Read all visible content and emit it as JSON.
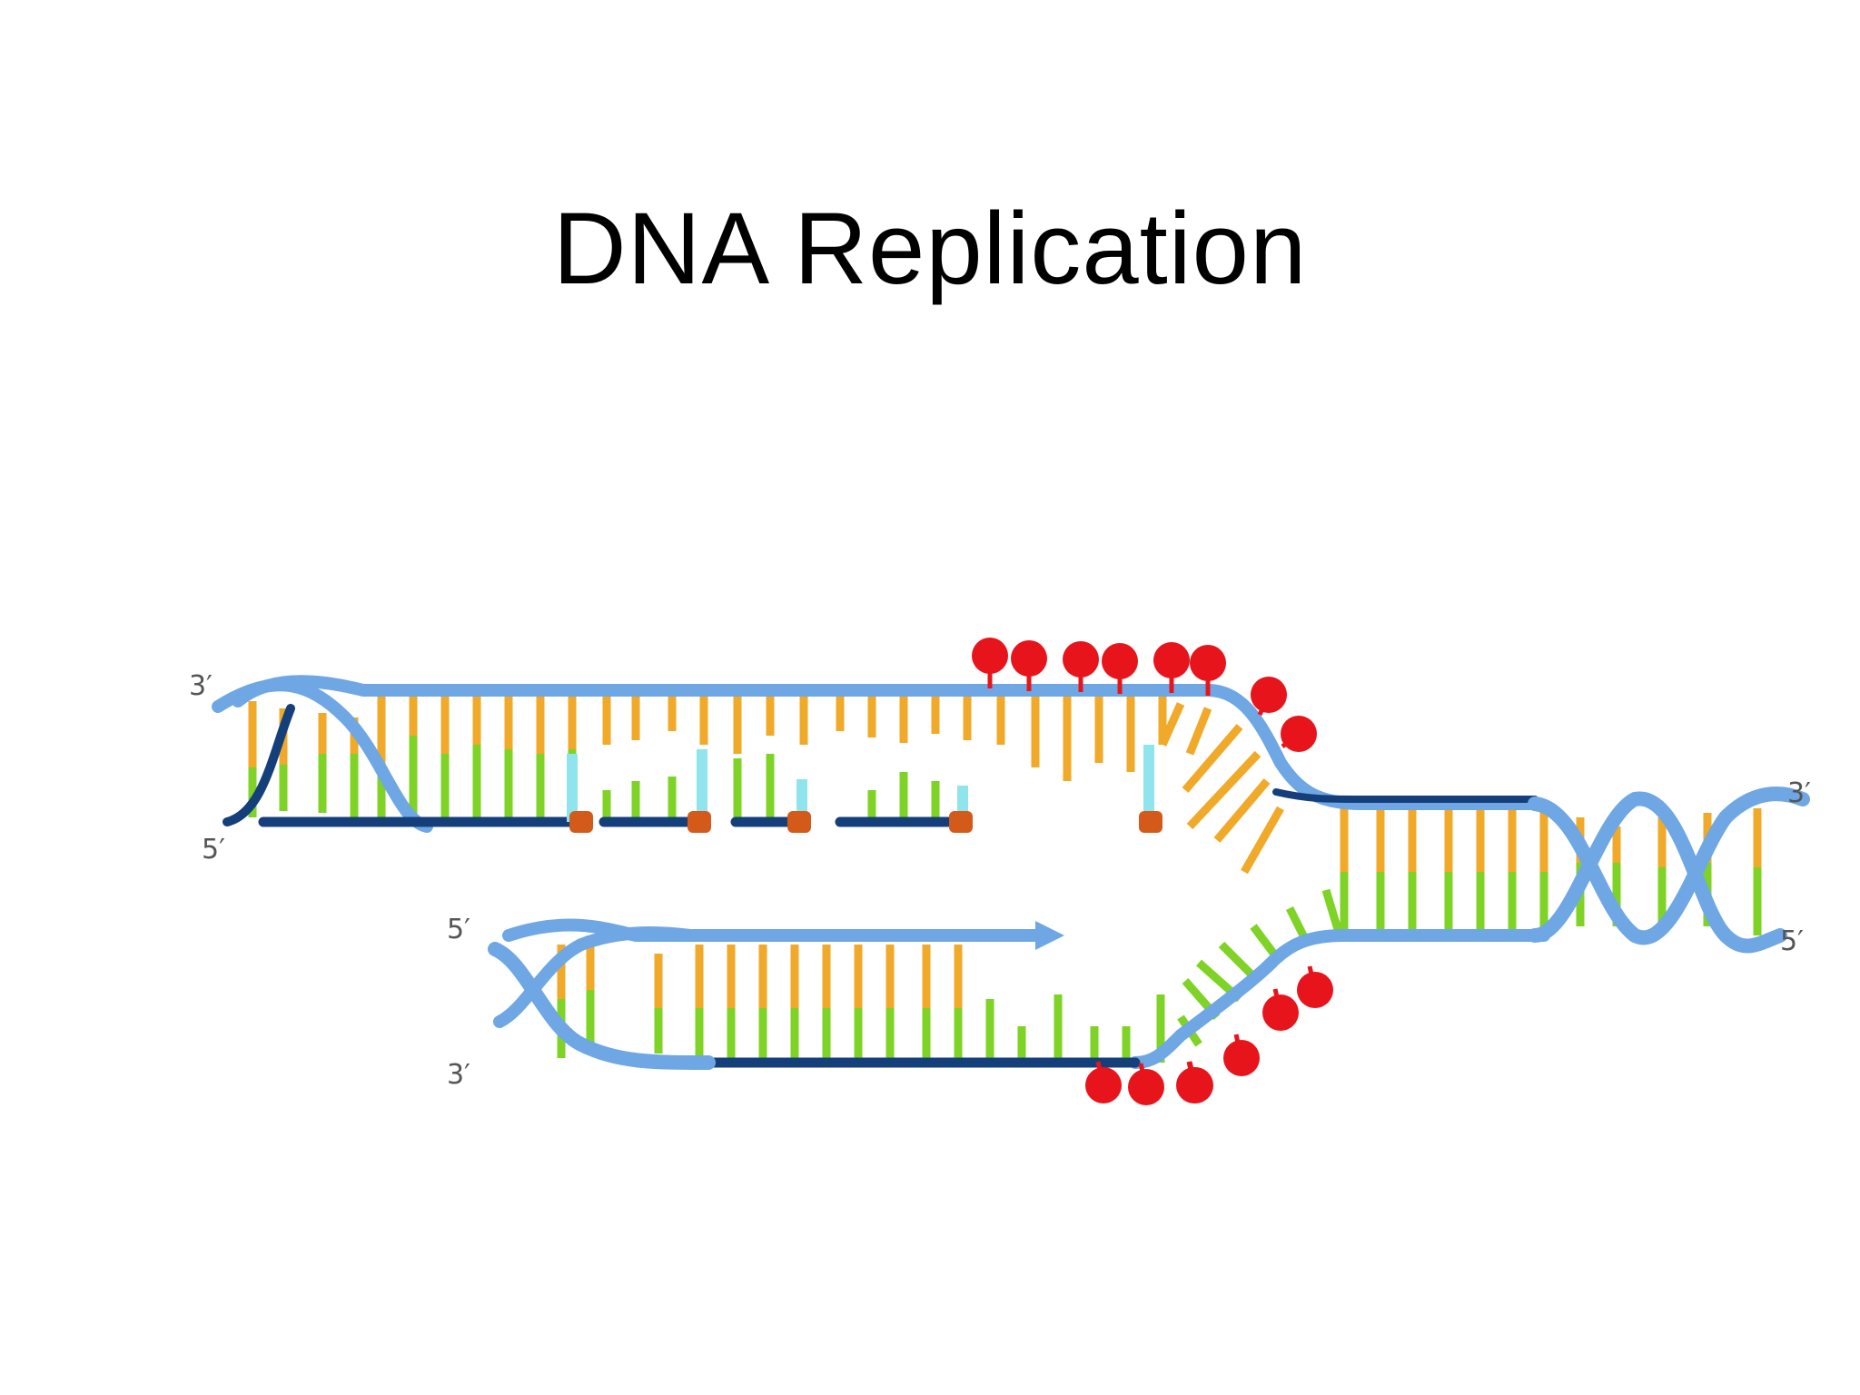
{
  "slide": {
    "title": "DNA Replication"
  },
  "labels": {
    "parent_top_left": "3′",
    "parent_bottom_left": "5′",
    "lagging_right_top": "3′",
    "lagging_right_bottom": "5′",
    "leading_left_top": "5′",
    "leading_left_bottom": "3′"
  },
  "colors": {
    "backbone_light": "#6ea7e4",
    "backbone_dark": "#143f7a",
    "base_orange": "#f0a928",
    "base_green": "#7ed326",
    "primer_cyan": "#8fe4ee",
    "ligase_orange": "#d45a1a",
    "ssb_red": "#e8141b"
  }
}
